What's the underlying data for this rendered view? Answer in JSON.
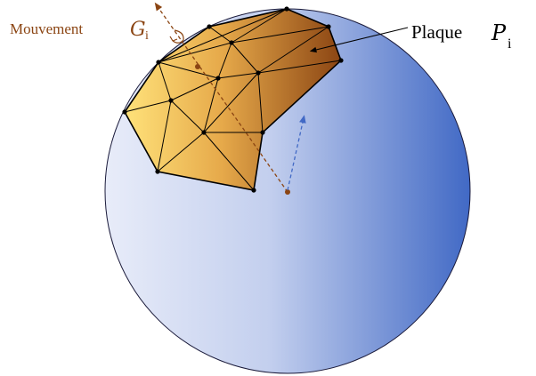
{
  "labels": {
    "movement_text": "Mouvement",
    "movement_symbol": "G",
    "movement_subscript": "i",
    "plate_text": "Plaque",
    "plate_symbol": "P",
    "plate_subscript": "i"
  },
  "colors": {
    "movement": "#8b4513",
    "plate_light": "#ffe070",
    "plate_mid": "#e0a840",
    "plate_dark": "#8b4513",
    "sphere_light": "#dde4f6",
    "sphere_dark": "#4169c5",
    "velocity_arrow": "#4169c5",
    "edges": "#000000"
  }
}
